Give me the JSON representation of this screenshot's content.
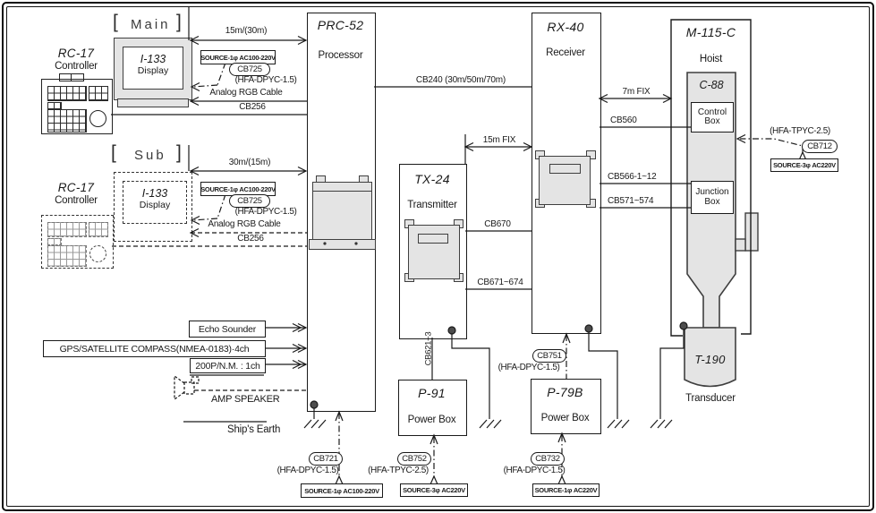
{
  "stations": {
    "main": {
      "bracket_open": "[",
      "title": "Main",
      "bracket_close": "]",
      "controller_model": "RC-17",
      "controller_label": "Controller",
      "display_model": "I-133",
      "display_label": "Display",
      "run_length": "15m/(30m)",
      "power_source": "SOURCE-1φ AC100-220V",
      "power_cable": "CB725",
      "power_wire": "(HFA-DPYC-1.5)",
      "rgb_cable_label": "Analog RGB Cable",
      "signal_cable": "CB256"
    },
    "sub": {
      "bracket_open": "[",
      "title": "Sub",
      "bracket_close": "]",
      "controller_model": "RC-17",
      "controller_label": "Controller",
      "display_model": "I-133",
      "display_label": "Display",
      "run_length": "30m/(15m)",
      "power_source": "SOURCE-1φ AC100-220V",
      "power_cable": "CB725",
      "power_wire": "(HFA-DPYC-1.5)",
      "rgb_cable_label": "Analog RGB Cable",
      "signal_cable": "CB256"
    }
  },
  "units": {
    "processor": {
      "model": "PRC-52",
      "label": "Processor"
    },
    "transmitter": {
      "model": "TX-24",
      "label": "Transmitter"
    },
    "receiver": {
      "model": "RX-40",
      "label": "Receiver"
    },
    "hoist": {
      "model": "M-115-C",
      "label": "Hoist"
    },
    "hoist_controller": {
      "model": "C-88",
      "control_box": "Control Box",
      "junction_box": "Junction Box"
    },
    "transducer": {
      "model": "T-190",
      "label": "Transducer"
    },
    "power_box_p91": {
      "model": "P-91",
      "label": "Power Box"
    },
    "power_box_p79b": {
      "model": "P-79B",
      "label": "Power Box"
    }
  },
  "cables": {
    "processor_receiver": "CB240 (30m/50m/70m)",
    "tx_rx_distance": "15m FIX",
    "tx_rx_a": "CB670",
    "tx_rx_b": "CB671~674",
    "rx_hoist_distance": "7m FIX",
    "rx_control_box": "CB560",
    "rx_junction_a": "CB566-1~12",
    "rx_junction_b": "CB571~574",
    "p91_transmitter": "CB621~3"
  },
  "power": {
    "processor": {
      "cable": "CB721",
      "wire": "(HFA-DPYC-1.5)",
      "source": "SOURCE-1φ AC100-220V"
    },
    "p91": {
      "cable": "CB752",
      "wire": "(HFA-TPYC-2.5)",
      "source": "SOURCE-3φ AC220V"
    },
    "p79b": {
      "cable": "CB732",
      "wire": "(HFA-DPYC-1.5)",
      "source": "SOURCE-1φ AC220V"
    },
    "receiver": {
      "cable": "CB751",
      "wire": "(HFA-DPYC-1.5)"
    },
    "hoist": {
      "cable": "CB712",
      "wire": "(HFA-TPYC-2.5)",
      "source": "SOURCE-3φ AC220V"
    }
  },
  "external_inputs": {
    "echo_sounder": "Echo Sounder",
    "gps": "GPS/SATELLITE COMPASS(NMEA-0183)·4ch",
    "nm": "200P/N.M. : 1ch",
    "amp_speaker": "AMP SPEAKER",
    "ships_earth": "Ship's Earth"
  }
}
